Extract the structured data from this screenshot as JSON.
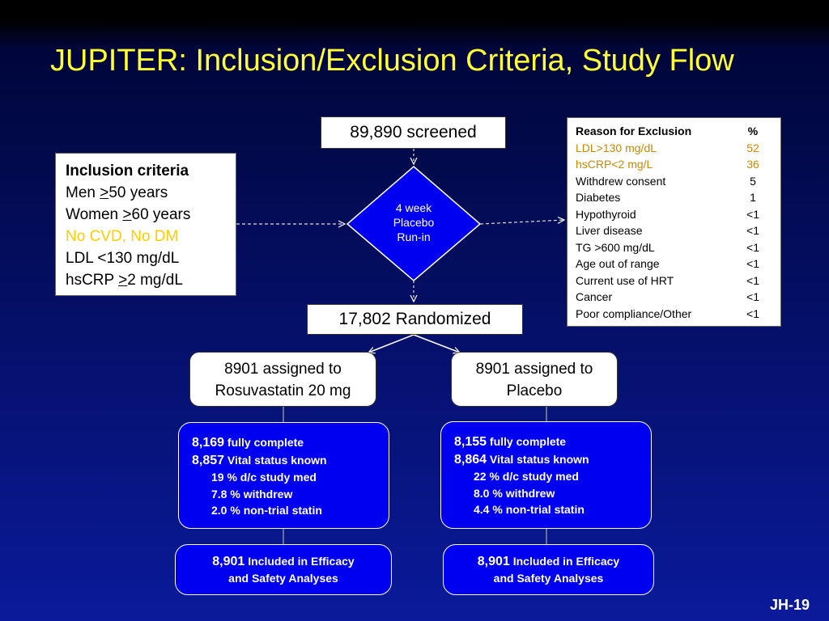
{
  "title": "JUPITER: Inclusion/Exclusion Criteria, Study Flow",
  "screened": "89,890 screened",
  "runin": [
    "4 week",
    "Placebo",
    "Run-in"
  ],
  "randomized": "17,802 Randomized",
  "inclusion": {
    "heading": "Inclusion criteria",
    "men_prefix": "Men ",
    "men_symbol": ">",
    "men_suffix": "50 years",
    "women_prefix": "Women ",
    "women_symbol": ">",
    "women_suffix": "60 years",
    "cvd": "No CVD, No DM",
    "ldl": "LDL <130 mg/dL",
    "crp_prefix": "hsCRP ",
    "crp_symbol": ">",
    "crp_suffix": "2 mg/dL"
  },
  "exclusion": {
    "header_reason": "Reason for Exclusion",
    "header_pct": "%",
    "rows": [
      {
        "reason": "LDL>130 mg/dL",
        "pct": "52"
      },
      {
        "reason": "hsCRP<2 mg/L",
        "pct": "36"
      },
      {
        "reason": "Withdrew consent",
        "pct": "5"
      },
      {
        "reason": "Diabetes",
        "pct": "1"
      },
      {
        "reason": "Hypothyroid",
        "pct": "<1"
      },
      {
        "reason": "Liver disease",
        "pct": "<1"
      },
      {
        "reason": "TG >600 mg/dL",
        "pct": "<1"
      },
      {
        "reason": "Age out of range",
        "pct": "<1"
      },
      {
        "reason": "Current use of HRT",
        "pct": "<1"
      },
      {
        "reason": "Cancer",
        "pct": "<1"
      },
      {
        "reason": "Poor compliance/Other",
        "pct": "<1"
      }
    ]
  },
  "arms": {
    "rosuvastatin": {
      "line1": "8901 assigned to",
      "line2": "Rosuvastatin 20 mg"
    },
    "placebo": {
      "line1": "8901 assigned to",
      "line2": "Placebo"
    }
  },
  "results": {
    "rosuvastatin": {
      "complete_num": "8,169",
      "complete_text": " fully complete",
      "vital_num": "8,857",
      "vital_text": " Vital status known",
      "dc": "19 % d/c study med",
      "withdrew": "7.8 % withdrew",
      "statin": "2.0 % non-trial statin"
    },
    "placebo": {
      "complete_num": "8,155",
      "complete_text": " fully complete",
      "vital_num": "8,864",
      "vital_text": " Vital status known",
      "dc": "22 % d/c study med",
      "withdrew": "8.0 % withdrew",
      "statin": "4.4 % non-trial statin"
    }
  },
  "final": {
    "rosuvastatin": {
      "num": "8,901",
      "text1": " Included in Efficacy",
      "text2": "and Safety Analyses"
    },
    "placebo": {
      "num": "8,901",
      "text1": " Included in Efficacy",
      "text2": "and Safety Analyses"
    }
  },
  "footer": "JH-19",
  "colors": {
    "title": "#ffff33",
    "highlight_inclusion": "#ffcc00",
    "highlight_exclusion": "#c58a00",
    "result_fill": "#0000f0"
  }
}
